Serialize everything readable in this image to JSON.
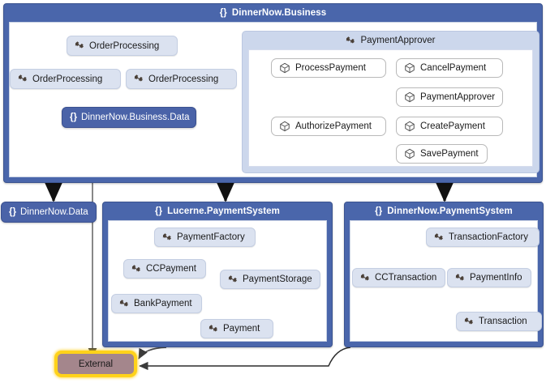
{
  "diagram": {
    "title": "DinnerNow.Business",
    "namespace_prefix": "{}",
    "colors": {
      "group_header": "#4a66ab",
      "namespace_node": "#4a63a8",
      "type_node": "#dbe2f0",
      "method_node": "#ffffff",
      "external_fill": "#a4868c",
      "external_border": "#ffd21a",
      "arrow": "#111111",
      "thin_arrow": "#6b6b6b"
    },
    "icons": {
      "namespace": "braces-icon",
      "type": "class-type-icon",
      "method": "method-cube-icon"
    }
  },
  "groups": {
    "business": {
      "title": "DinnerNow.Business",
      "prefix": "{}"
    },
    "lucerne": {
      "title": "Lucerne.PaymentSystem",
      "prefix": "{}"
    },
    "dinnernow_payment": {
      "title": "DinnerNow.PaymentSystem",
      "prefix": "{}"
    },
    "payment_approver": {
      "title": "PaymentApprover"
    }
  },
  "nodes": {
    "order_processing_top": "OrderProcessing",
    "order_processing_left": "OrderProcessing",
    "order_processing_right": "OrderProcessing",
    "business_data": "DinnerNow.Business.Data",
    "business_data_prefix": "{}",
    "process_payment": "ProcessPayment",
    "authorize_payment": "AuthorizePayment",
    "cancel_payment": "CancelPayment",
    "payment_approver_method": "PaymentApprover",
    "create_payment": "CreatePayment",
    "save_payment": "SavePayment",
    "dinnernow_data": "DinnerNow.Data",
    "dinnernow_data_prefix": "{}",
    "payment_factory": "PaymentFactory",
    "cc_payment": "CCPayment",
    "bank_payment": "BankPayment",
    "payment_storage": "PaymentStorage",
    "payment": "Payment",
    "transaction_factory": "TransactionFactory",
    "cc_transaction": "CCTransaction",
    "payment_info": "PaymentInfo",
    "transaction": "Transaction",
    "external": "External"
  }
}
